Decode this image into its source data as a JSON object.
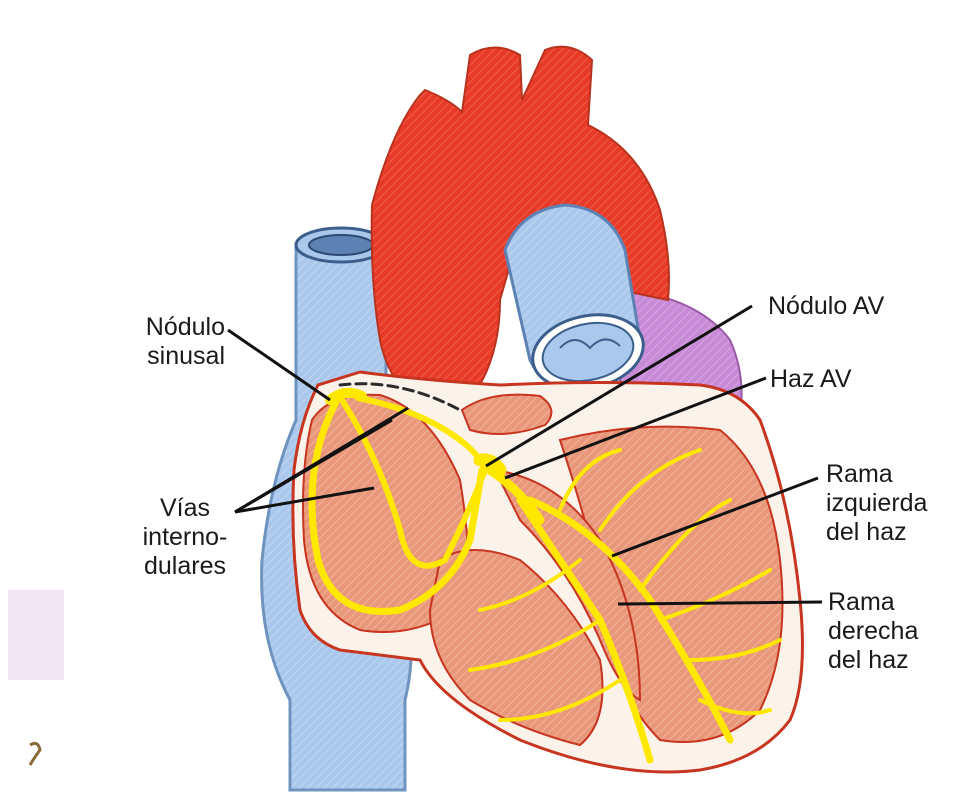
{
  "labels": {
    "sa_node": "Nódulo\nsinusal",
    "av_node": "Nódulo AV",
    "av_bundle": "Haz AV",
    "internodal": "Vías\ninterno-\ndulares",
    "left_branch": "Rama\nizquierda\ndel haz",
    "right_branch": "Rama\nderecha\ndel haz"
  },
  "colors": {
    "aorta": "#e83a28",
    "vena_cava": "#a9c8ec",
    "pulmonary": "#a9c8ec",
    "left_atrium": "#c78ad6",
    "myocardium": "#e9977a",
    "conduction": "#ffe800",
    "outline": "#b8321e",
    "cavity": "#fbf3ea"
  }
}
